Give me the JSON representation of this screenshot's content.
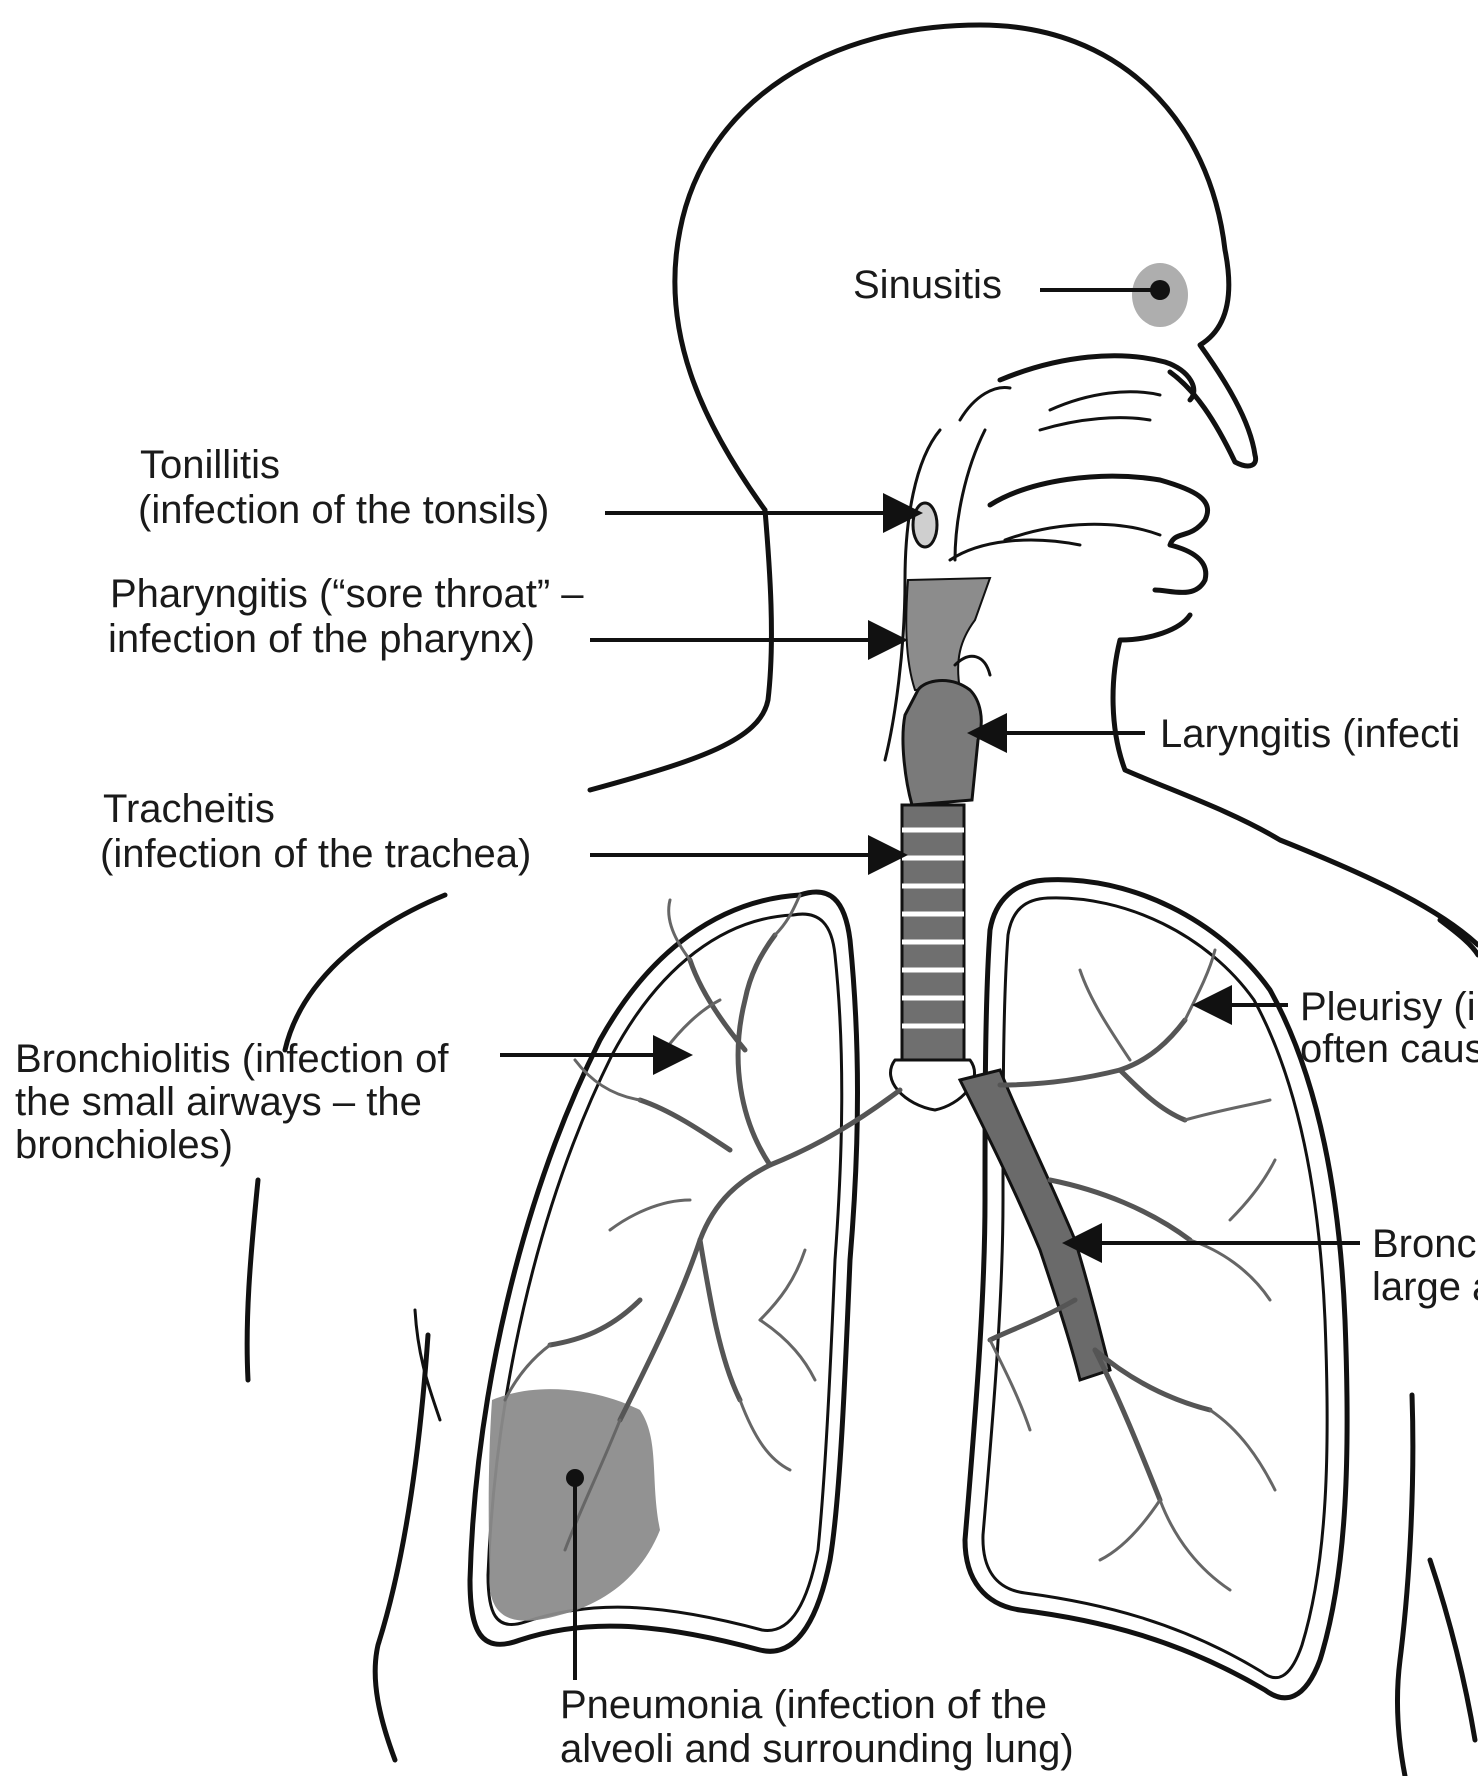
{
  "labels": {
    "sinusitis": "Sinusitis",
    "tonsillitis_1": "Tonillitis",
    "tonsillitis_2": "(infection of the tonsils)",
    "pharyngitis_1": "Pharyngitis (“sore throat” –",
    "pharyngitis_2": "infection of the pharynx)",
    "laryngitis": "Laryngitis (infecti",
    "tracheitis_1": "Tracheitis",
    "tracheitis_2": "(infection of the  trachea)",
    "pleurisy_1": "Pleurisy (ir",
    "pleurisy_2": "often caus",
    "bronchiolitis_1": "Bronchiolitis (infection of",
    "bronchiolitis_2": "the small airways – the",
    "bronchiolitis_3": "bronchioles)",
    "bronchitis_1": "Bronc",
    "bronchitis_2": "large a",
    "pneumonia_1": "Pneumonia (infection of the",
    "pneumonia_2": "alveoli and surrounding lung)"
  },
  "colors": {
    "line": "#111111",
    "infected_fill": "#8c8c8c",
    "airway_gray": "#555555",
    "background": "#ffffff"
  }
}
